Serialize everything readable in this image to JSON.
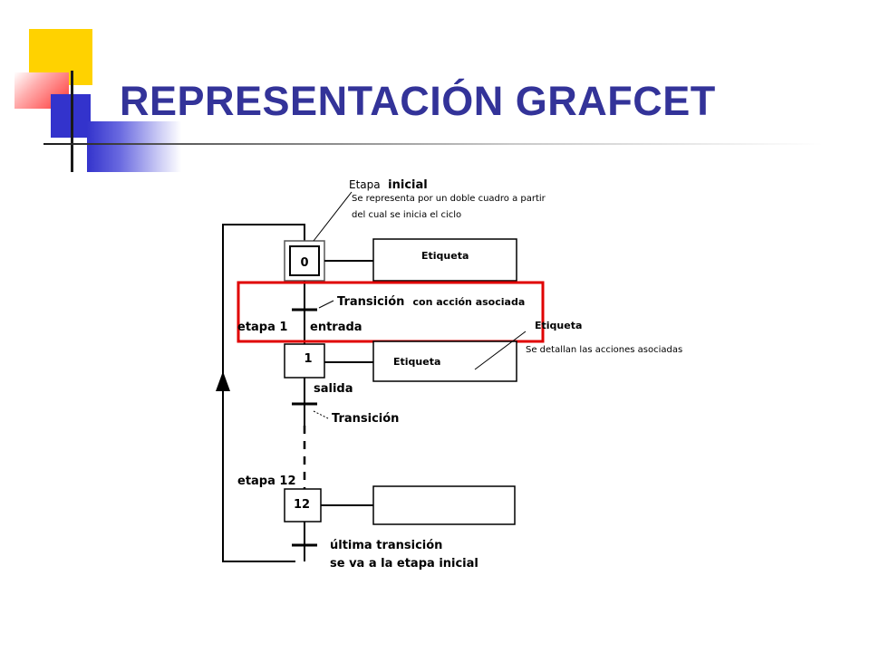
{
  "slide": {
    "title": "REPRESENTACIÓN GRAFCET"
  },
  "diagram": {
    "initial_step": {
      "number": "0",
      "heading_1": "Etapa",
      "heading_2": "inicial",
      "description_line_1": "Se representa por un doble cuadro a partir",
      "description_line_2": "del cual se inicia el ciclo"
    },
    "step_1": {
      "number": "1"
    },
    "step_12": {
      "number": "12"
    },
    "action_label_top": "Etiqueta",
    "action_label_step1": "Etiqueta",
    "action_callout": {
      "title": "Etiqueta",
      "description": "Se detallan las acciones asociadas"
    },
    "transition_with_action": {
      "label_1": "Transición",
      "label_2": "con acción asociada"
    },
    "label_etapa_1": "etapa 1",
    "label_entrada": "entrada",
    "label_salida": "salida",
    "label_transicion": "Transición",
    "label_etapa_12": "etapa 12",
    "final_transition": {
      "line_1": "última transición",
      "line_2": "se va a la etapa inicial"
    },
    "highlight_color": "#e00000"
  }
}
